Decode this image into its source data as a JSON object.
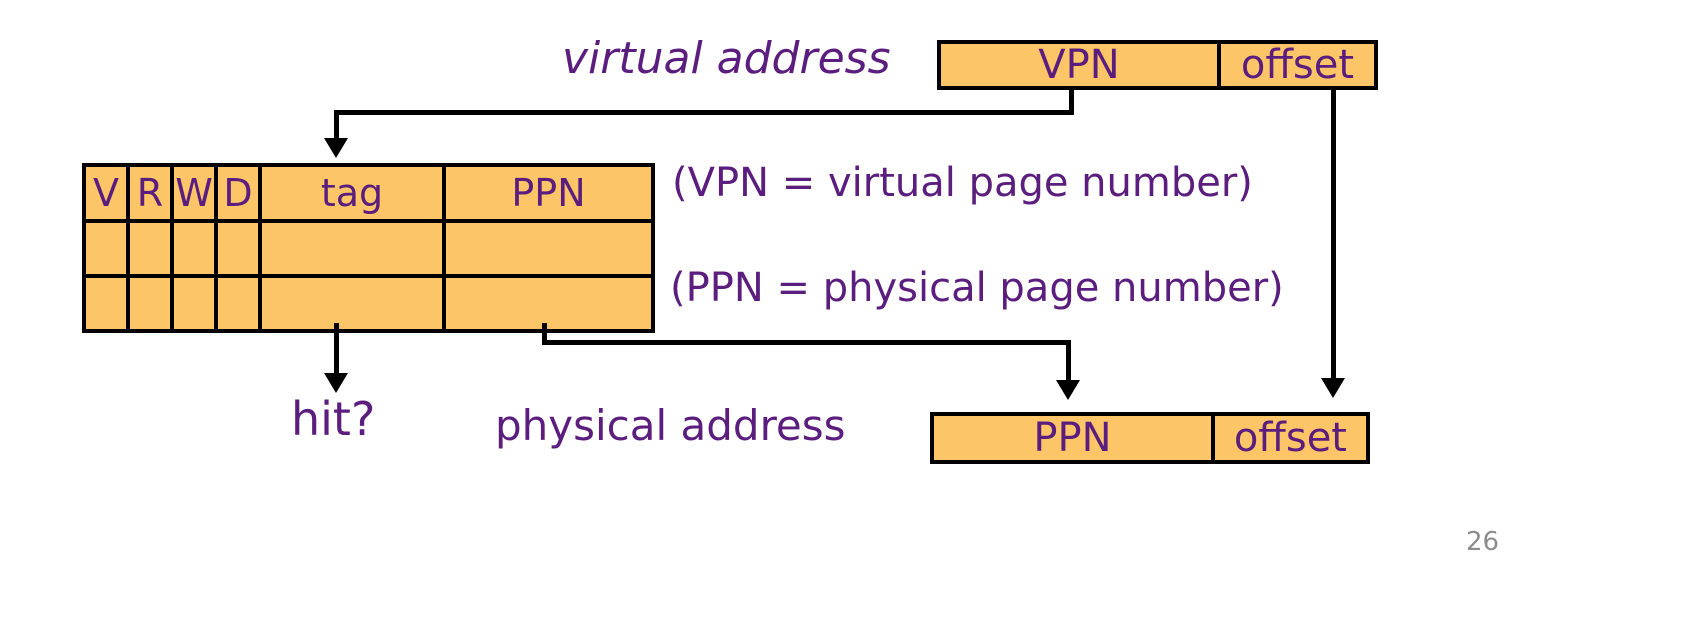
{
  "slide": {
    "page_number": "26",
    "background_color": "#ffffff",
    "box_fill_color": "#FBC568",
    "text_color": "#5B1E7E",
    "line_color": "#000000",
    "page_number_color": "#8c8c8c"
  },
  "labels": {
    "virtual_address": "virtual address",
    "physical_address": "physical address",
    "hit": "hit?",
    "vpn_legend": "(VPN = virtual page number)",
    "ppn_legend": "(PPN = physical page number)"
  },
  "virtual_address_bar": {
    "name": "virtual-address",
    "fields": [
      {
        "label": "VPN"
      },
      {
        "label": "offset"
      }
    ]
  },
  "physical_address_bar": {
    "name": "physical-address",
    "fields": [
      {
        "label": "PPN"
      },
      {
        "label": "offset"
      }
    ]
  },
  "tlb_table": {
    "columns": [
      "V",
      "R",
      "W",
      "D",
      "tag",
      "PPN"
    ],
    "rows": [
      [
        "",
        "",
        "",
        "",
        "",
        ""
      ],
      [
        "",
        "",
        "",
        "",
        "",
        ""
      ]
    ]
  }
}
